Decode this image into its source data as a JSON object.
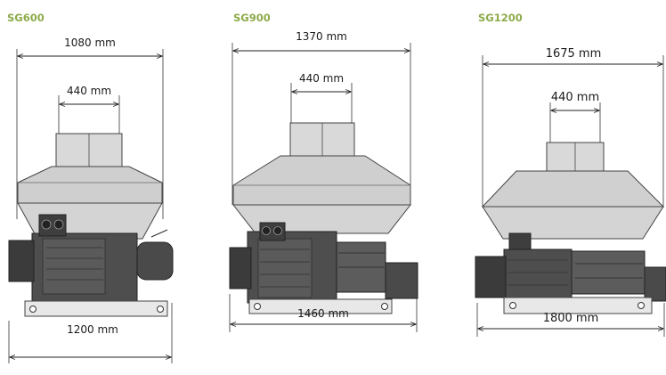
{
  "accent_color": "#8dab4a",
  "machines": [
    {
      "model": "SG600",
      "top_width": "1080 mm",
      "outlet_width": "440 mm",
      "bottom_width": "1200 mm"
    },
    {
      "model": "SG900",
      "top_width": "1370 mm",
      "outlet_width": "440 mm",
      "bottom_width": "1460 mm"
    },
    {
      "model": "SG1200",
      "top_width": "1675 mm",
      "outlet_width": "440 mm",
      "bottom_width": "1800 mm"
    }
  ]
}
